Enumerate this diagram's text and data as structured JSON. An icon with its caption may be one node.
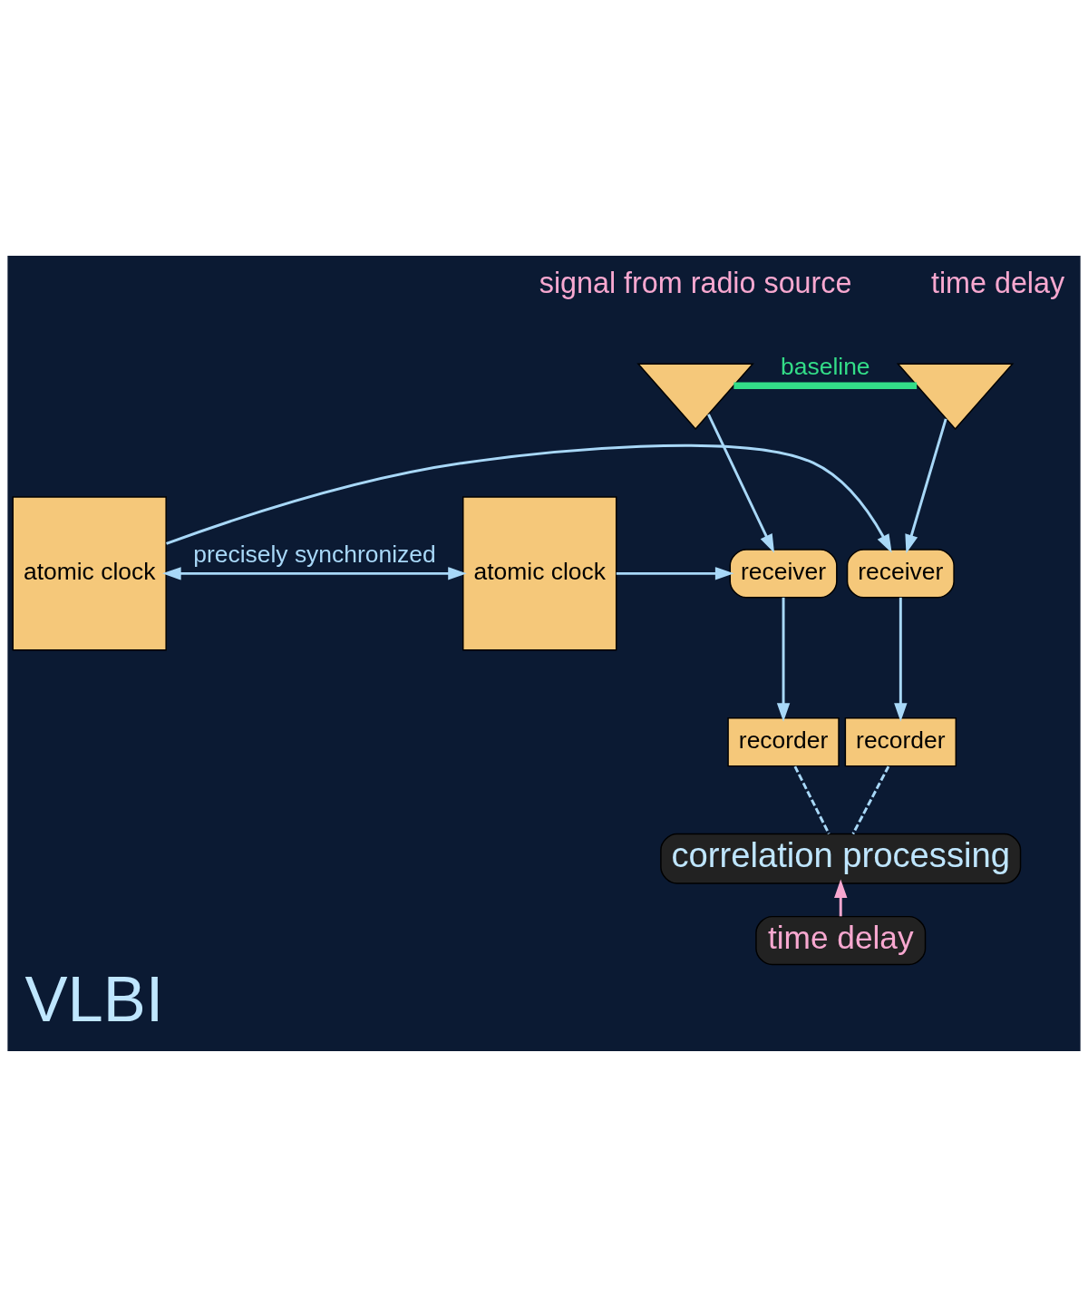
{
  "diagram": {
    "title": "VLBI",
    "nodes": [
      {
        "text": [],
        "shape": "picture"
      },
      {
        "text": [],
        "shape": "picture"
      },
      {
        "text": [
          "receiver"
        ]
      },
      {
        "text": [
          "atomic clock"
        ]
      },
      {
        "text": [
          "atomic clock"
        ]
      },
      {
        "text": [
          "receiver"
        ]
      },
      {
        "text": [
          "recorder"
        ]
      },
      {
        "text": [
          "recorder"
        ]
      },
      {
        "text": [
          "correlation processing"
        ]
      },
      {
        "text": [
          "time delay"
        ]
      }
    ],
    "edges": [
      {
        "from": 0,
        "to": 1,
        "arrow": "none",
        "label": "baseline",
        "style": "thick",
        "color": "#33dd88"
      },
      {
        "from": 0,
        "to": 2,
        "arrow": "to"
      },
      {
        "from": 1,
        "to": 5,
        "arrow": "to"
      },
      {
        "from": 3,
        "to": 2,
        "arrow": "to"
      },
      {
        "from": 4,
        "to": 5,
        "arrow": "to"
      },
      {
        "from": 3,
        "to": 4,
        "arrow": "both",
        "label": "precisely synchronized"
      },
      {
        "from": 2,
        "to": 6,
        "arrow": "to"
      },
      {
        "from": 5,
        "to": 7,
        "arrow": "to"
      },
      {
        "from": 6,
        "to": 8,
        "arrow": "none",
        "style": "dashed"
      },
      {
        "from": 7,
        "to": 8,
        "arrow": "none",
        "style": "dashed"
      },
      {
        "from": 9,
        "to": 8,
        "arrow": "to",
        "color": "#f8a8d0"
      }
    ],
    "labels": [
      "signal from radio source",
      "time delay"
    ]
  }
}
